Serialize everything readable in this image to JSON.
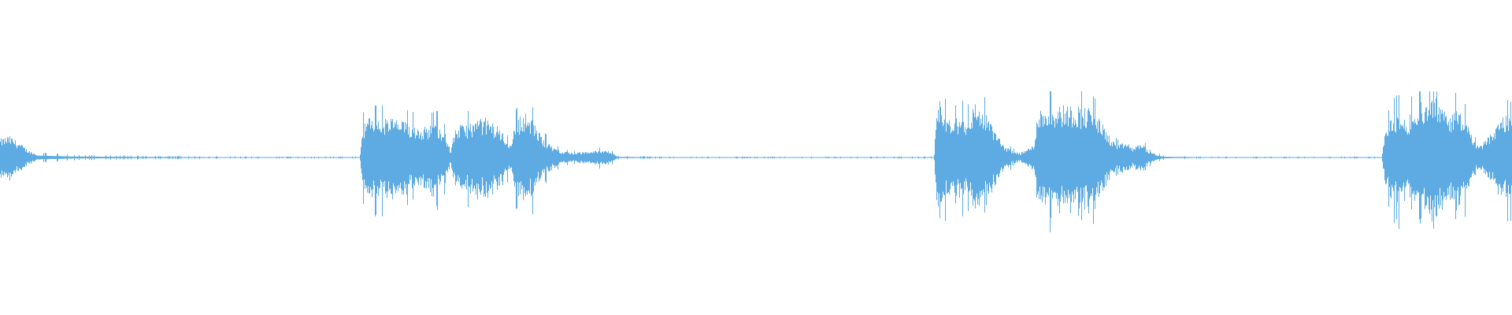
{
  "waveform": {
    "color": "#5dabe2",
    "background": "#ffffff",
    "envelope": [
      [
        0.0,
        0.12
      ],
      [
        0.006,
        0.14
      ],
      [
        0.012,
        0.1
      ],
      [
        0.018,
        0.05
      ],
      [
        0.024,
        0.02
      ],
      [
        0.05,
        0.01
      ],
      [
        0.1,
        0.006
      ],
      [
        0.15,
        0.004
      ],
      [
        0.2,
        0.003
      ],
      [
        0.238,
        0.004
      ],
      [
        0.2395,
        0.2
      ],
      [
        0.243,
        0.26
      ],
      [
        0.25,
        0.24
      ],
      [
        0.26,
        0.26
      ],
      [
        0.27,
        0.22
      ],
      [
        0.28,
        0.2
      ],
      [
        0.29,
        0.22
      ],
      [
        0.295,
        0.14
      ],
      [
        0.298,
        0.04
      ],
      [
        0.301,
        0.2
      ],
      [
        0.31,
        0.22
      ],
      [
        0.32,
        0.26
      ],
      [
        0.33,
        0.2
      ],
      [
        0.337,
        0.08
      ],
      [
        0.341,
        0.22
      ],
      [
        0.346,
        0.3
      ],
      [
        0.352,
        0.24
      ],
      [
        0.358,
        0.14
      ],
      [
        0.365,
        0.07
      ],
      [
        0.372,
        0.04
      ],
      [
        0.38,
        0.03
      ],
      [
        0.39,
        0.04
      ],
      [
        0.4,
        0.05
      ],
      [
        0.405,
        0.03
      ],
      [
        0.409,
        0.006
      ],
      [
        0.45,
        0.003
      ],
      [
        0.5,
        0.003
      ],
      [
        0.55,
        0.003
      ],
      [
        0.6,
        0.004
      ],
      [
        0.618,
        0.004
      ],
      [
        0.619,
        0.22
      ],
      [
        0.622,
        0.38
      ],
      [
        0.625,
        0.28
      ],
      [
        0.63,
        0.22
      ],
      [
        0.635,
        0.28
      ],
      [
        0.64,
        0.24
      ],
      [
        0.645,
        0.36
      ],
      [
        0.65,
        0.3
      ],
      [
        0.655,
        0.24
      ],
      [
        0.66,
        0.14
      ],
      [
        0.665,
        0.07
      ],
      [
        0.671,
        0.04
      ],
      [
        0.675,
        0.03
      ],
      [
        0.684,
        0.08
      ],
      [
        0.686,
        0.3
      ],
      [
        0.69,
        0.32
      ],
      [
        0.7,
        0.34
      ],
      [
        0.71,
        0.34
      ],
      [
        0.72,
        0.32
      ],
      [
        0.728,
        0.24
      ],
      [
        0.735,
        0.12
      ],
      [
        0.74,
        0.08
      ],
      [
        0.745,
        0.1
      ],
      [
        0.75,
        0.06
      ],
      [
        0.755,
        0.1
      ],
      [
        0.76,
        0.04
      ],
      [
        0.765,
        0.02
      ],
      [
        0.77,
        0.008
      ],
      [
        0.8,
        0.003
      ],
      [
        0.85,
        0.003
      ],
      [
        0.9,
        0.003
      ],
      [
        0.914,
        0.004
      ],
      [
        0.916,
        0.14
      ],
      [
        0.92,
        0.26
      ],
      [
        0.925,
        0.3
      ],
      [
        0.93,
        0.24
      ],
      [
        0.935,
        0.3
      ],
      [
        0.94,
        0.38
      ],
      [
        0.945,
        0.34
      ],
      [
        0.95,
        0.4
      ],
      [
        0.955,
        0.36
      ],
      [
        0.96,
        0.28
      ],
      [
        0.965,
        0.32
      ],
      [
        0.97,
        0.24
      ],
      [
        0.975,
        0.1
      ],
      [
        0.98,
        0.08
      ],
      [
        0.985,
        0.14
      ],
      [
        0.99,
        0.22
      ],
      [
        0.995,
        0.28
      ],
      [
        1.0,
        0.26
      ]
    ]
  }
}
